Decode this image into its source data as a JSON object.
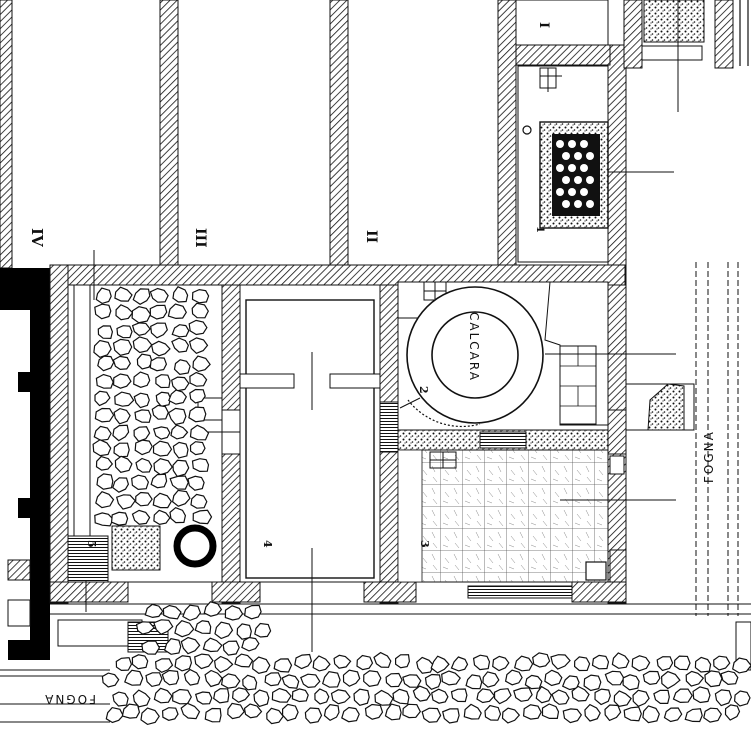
{
  "labels": {
    "room_i": "I",
    "room_ii": "II",
    "room_iii": "III",
    "room_iv": "IV",
    "num_1": "1",
    "num_2": "2",
    "num_3": "3",
    "num_4": "4",
    "num_5": "5",
    "calcara": "CALCARA",
    "fogna_right": "FOGNA",
    "fogna_bottom": "FOGNA"
  },
  "colors": {
    "ink": "#111111",
    "paper": "#ffffff",
    "solid_wall": "#000000"
  }
}
